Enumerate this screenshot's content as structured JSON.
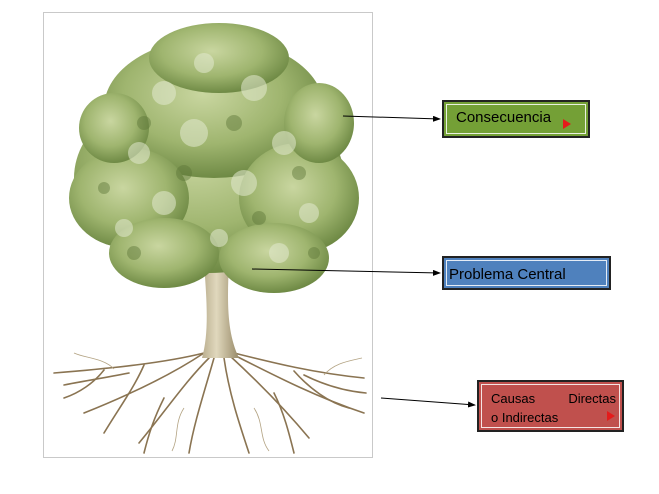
{
  "diagram": {
    "image": "tree-with-roots",
    "labels": {
      "consecuencia": "Consecuencia",
      "problema_central": "Problema Central",
      "causas_line1_word1": "Causas",
      "causas_line1_word2": "Directas",
      "causas_line2": "o Indirectas"
    },
    "colors": {
      "consecuencia_fill": "#74a036",
      "problema_fill": "#4f81bd",
      "causas_fill": "#c0504d",
      "marker": "#e41b1b",
      "foliage": "#9fb56f",
      "trunk": "#cbbf9c",
      "roots": "#8a7452"
    }
  }
}
